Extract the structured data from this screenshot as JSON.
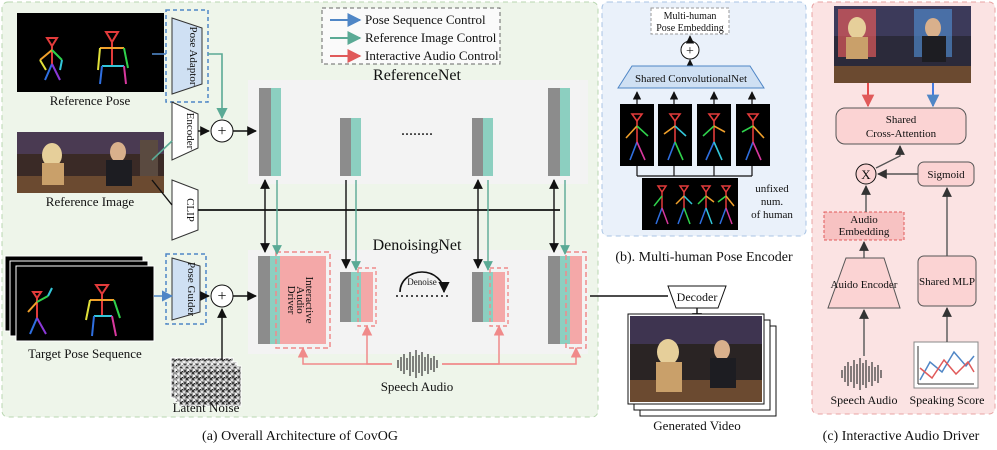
{
  "legend": {
    "pose": "Pose Sequence Control",
    "image": "Reference Image Control",
    "audio": "Interactive Audio Control"
  },
  "panel_a": {
    "reference_pose": "Reference Pose",
    "reference_image": "Reference Image",
    "target_pose_sequence": "Target Pose Sequence",
    "latent_noise": "Latent Noise",
    "pose_adaptor": "Pose Adaptor",
    "encoder": "Encoder",
    "clip": "CLIP",
    "pose_guider": "Pose Guider",
    "referencenet": "ReferenceNet",
    "denoisingnet": "DenoisingNet",
    "denoise": "Denoise",
    "ellipsis": "........",
    "iad_line1": "Interactive",
    "iad_line2": "Audio",
    "iad_line3": "Driver",
    "speech_audio": "Speech Audio",
    "decoder": "Decoder",
    "generated_video": "Generated Video",
    "caption": "(a) Overall Architecture of CovOG"
  },
  "panel_b": {
    "embedding_line1": "Multi-human",
    "embedding_line2": "Pose Embedding",
    "shared_conv": "Shared ConvolutionalNet",
    "unfixed_line1": "unfixed",
    "unfixed_line2": "num.",
    "unfixed_line3": "of human",
    "caption": "(b). Multi-human Pose Encoder"
  },
  "panel_c": {
    "cross_attention_line1": "Shared",
    "cross_attention_line2": "Cross-Attention",
    "multiply": "X",
    "sigmoid": "Sigmoid",
    "audio_embedding_line1": "Audio",
    "audio_embedding_line2": "Embedding",
    "audio_encoder": "Auido Encoder",
    "shared_mlp": "Shared MLP",
    "speech_audio": "Speech Audio",
    "speaking_score": "Speaking Score",
    "caption": "(c) Interactive Audio Driver"
  },
  "plus": "+",
  "colors": {
    "pose": "#4f86c6",
    "image": "#5aaa95",
    "audio": "#e05a5a",
    "panel_a_bg": "#eef5ea",
    "panel_b_bg": "#eaf1fa",
    "panel_c_bg": "#fbe3e3",
    "teal": "#8ccfc0",
    "pink": "#f4a8a8",
    "gray": "#8c8c8c"
  }
}
